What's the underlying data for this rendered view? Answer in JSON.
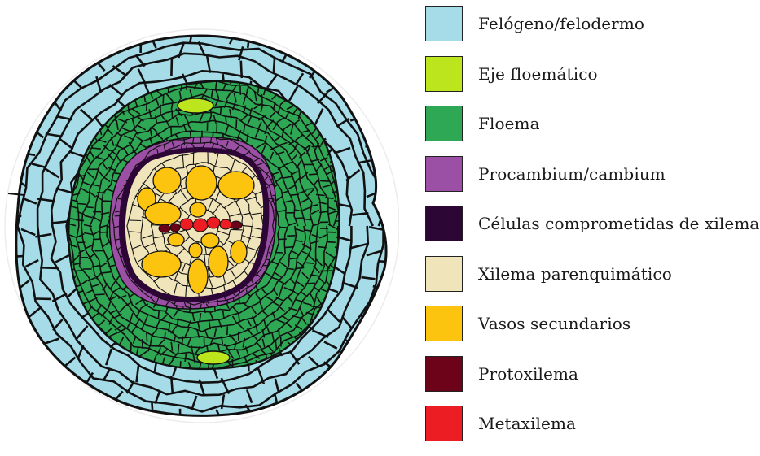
{
  "legend": {
    "items": [
      {
        "key": "felogeno",
        "label": "Felógeno/felodermo",
        "color": "#a6dbe8"
      },
      {
        "key": "eje-floematico",
        "label": "Eje floemático",
        "color": "#bde51e"
      },
      {
        "key": "floema",
        "label": "Floema",
        "color": "#2ea854"
      },
      {
        "key": "procambium",
        "label": "Procambium/cambium",
        "color": "#9b4fa5"
      },
      {
        "key": "celulas-xilema",
        "label": "Células comprometidas de xilema",
        "color": "#2c0735"
      },
      {
        "key": "xilema-parenquimatico",
        "label": "Xilema parenquimático",
        "color": "#f0e4bb"
      },
      {
        "key": "vasos-secundarios",
        "label": "Vasos secundarios",
        "color": "#fcc40f"
      },
      {
        "key": "protoxilema",
        "label": "Protoxilema",
        "color": "#6d0319"
      },
      {
        "key": "metaxilema",
        "label": "Metaxilema",
        "color": "#ec1e24"
      }
    ]
  },
  "diagram": {
    "cell_outline_color": "#111111"
  }
}
